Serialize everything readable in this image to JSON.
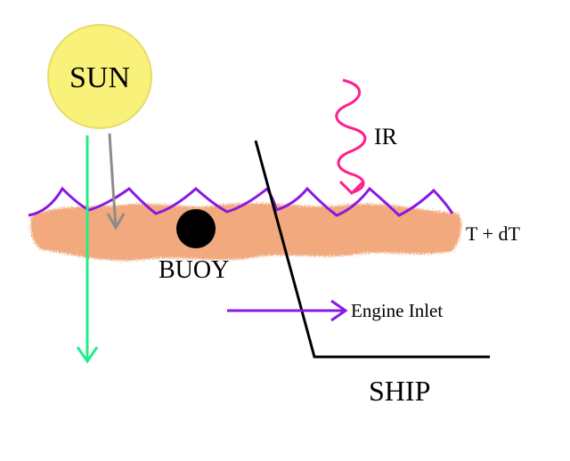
{
  "labels": {
    "sun": "SUN",
    "ir": "IR",
    "surface_temp": "T + dT",
    "buoy": "BUOY",
    "engine_inlet": "Engine Inlet",
    "ship": "SHIP"
  },
  "colors": {
    "sun_fill": "#f9f27a",
    "sun_outline": "#e6dc6a",
    "water_layer": "#f0a070",
    "wave_line": "#8a18e0",
    "solar_arrow": "#22ee88",
    "reflected_arrow": "#8c8c8c",
    "ir_arrow": "#ff1f8a",
    "engine_inlet_arrow": "#8a18e0",
    "buoy": "#000000",
    "ship_hull": "#000000"
  },
  "icons": {
    "sun": "sun-circle",
    "buoy": "buoy-dot",
    "ship": "ship-hull-line"
  }
}
